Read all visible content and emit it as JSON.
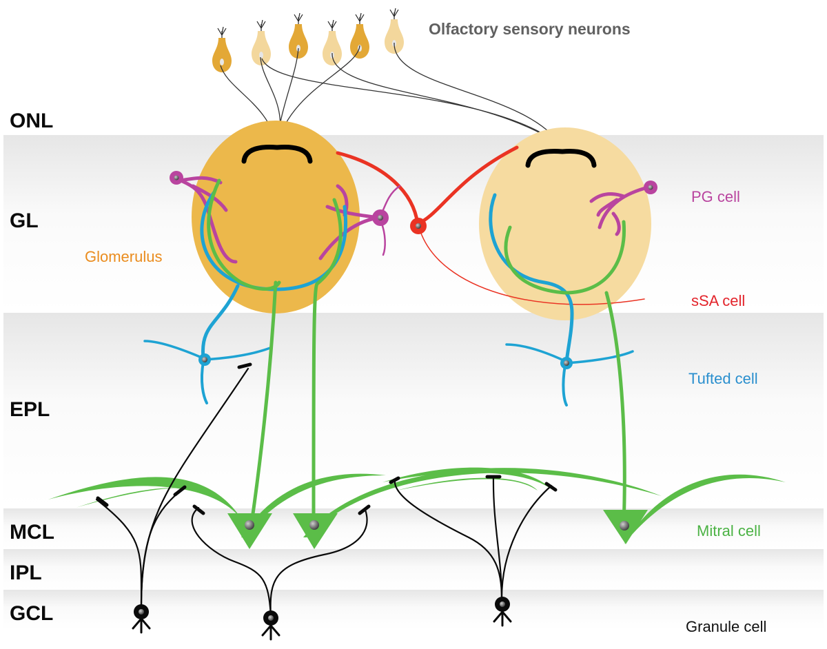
{
  "title": "Olfactory sensory neurons",
  "layers": [
    {
      "id": "onl",
      "label": "ONL"
    },
    {
      "id": "gl",
      "label": "GL"
    },
    {
      "id": "epl",
      "label": "EPL"
    },
    {
      "id": "mcl",
      "label": "MCL"
    },
    {
      "id": "ipl",
      "label": "IPL"
    },
    {
      "id": "gcl",
      "label": "GCL"
    }
  ],
  "cell_labels": {
    "glomerulus": "Glomerulus",
    "pg_cell": "PG cell",
    "ssa_cell": "sSA cell",
    "tufted_cell": "Tufted cell",
    "mitral_cell": "Mitral cell",
    "granule_cell": "Granule cell"
  },
  "colors": {
    "osn_dark": "#e3a836",
    "osn_light": "#f3d79c",
    "glomerulus_dark": "#ecb84b",
    "glomerulus_light": "#f6dba0",
    "pg_cell": "#b9449f",
    "ssa_cell": "#ea3323",
    "tufted_cell": "#1ea3d3",
    "mitral_cell": "#5bbd48",
    "granule_cell": "#0a0a0a",
    "glomerulus_label": "#ea8c1e",
    "title": "#606060"
  },
  "osn_count": 6
}
